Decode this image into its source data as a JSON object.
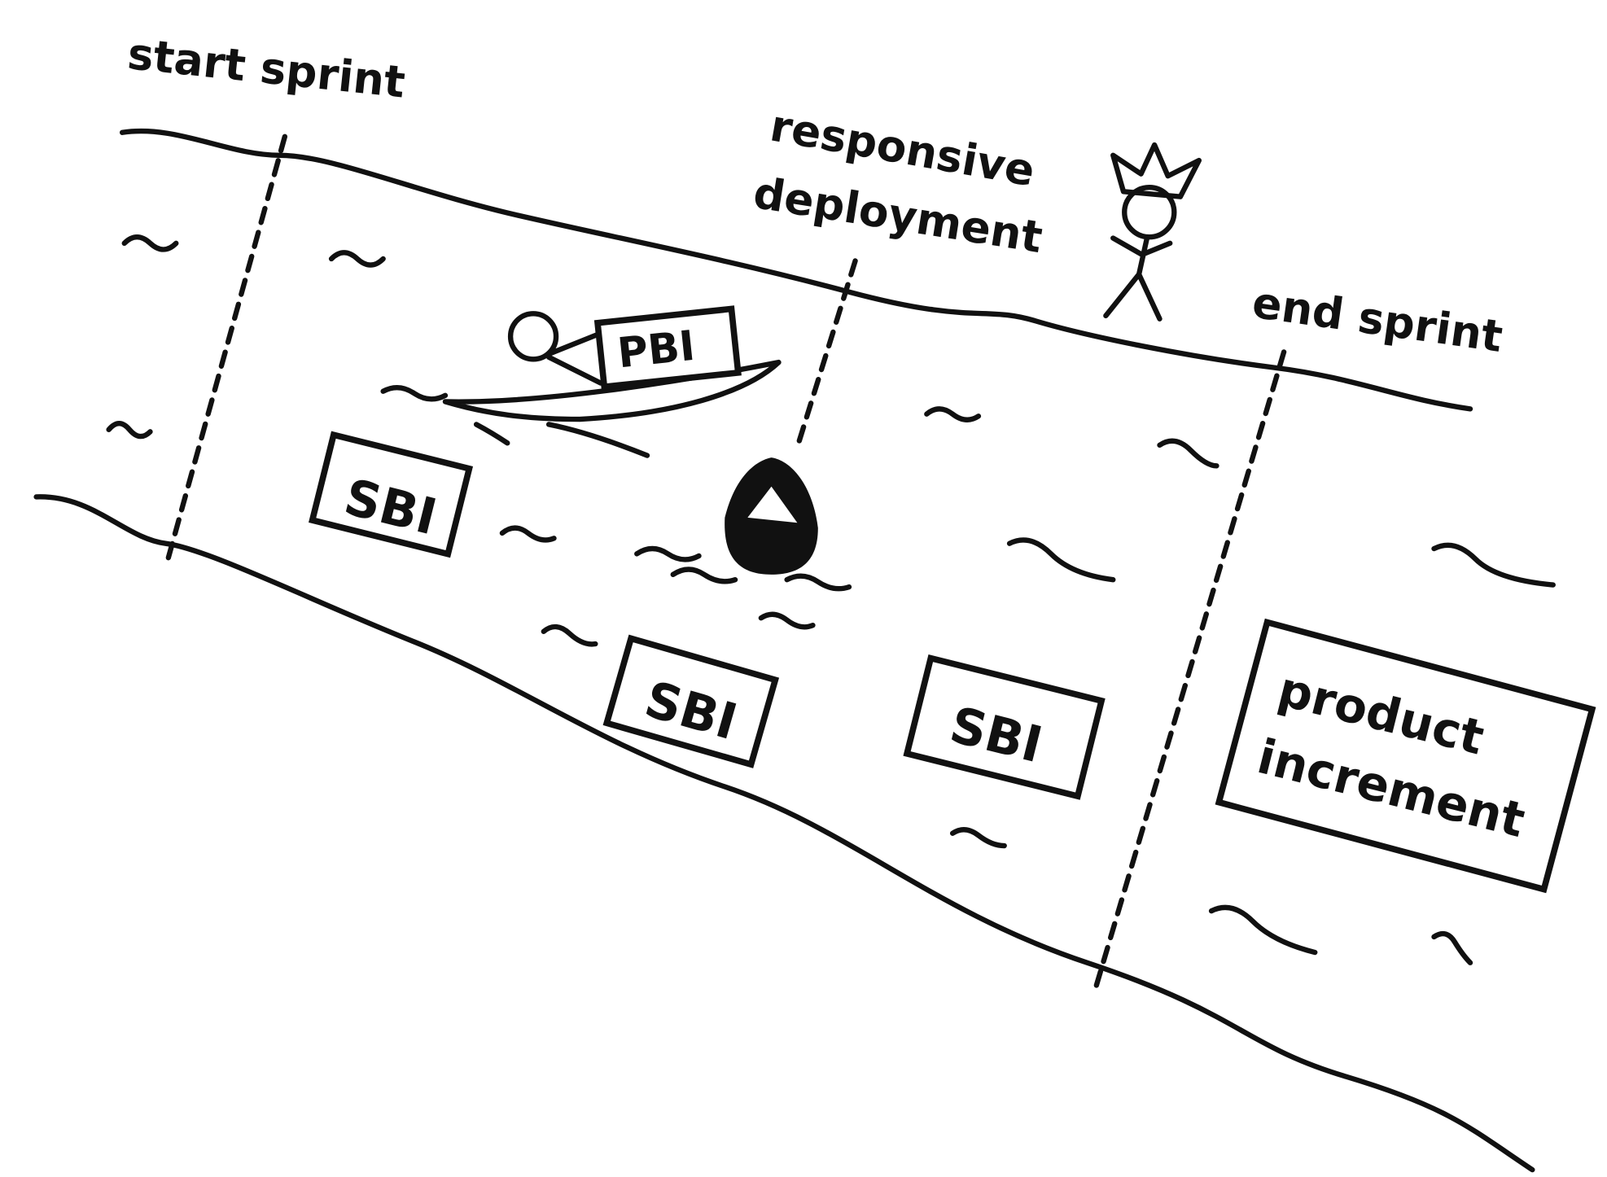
{
  "labels": {
    "start_sprint": "start sprint",
    "responsive_line1": "responsive",
    "responsive_line2": "deployment",
    "end_sprint": "end sprint"
  },
  "items": {
    "boat_box": "PBI",
    "sbi_1": "SBI",
    "sbi_2": "SBI",
    "sbi_3": "SBI",
    "product_line1": "product",
    "product_line2": "increment"
  },
  "colors": {
    "ink": "#111111",
    "paper": "#ffffff"
  }
}
